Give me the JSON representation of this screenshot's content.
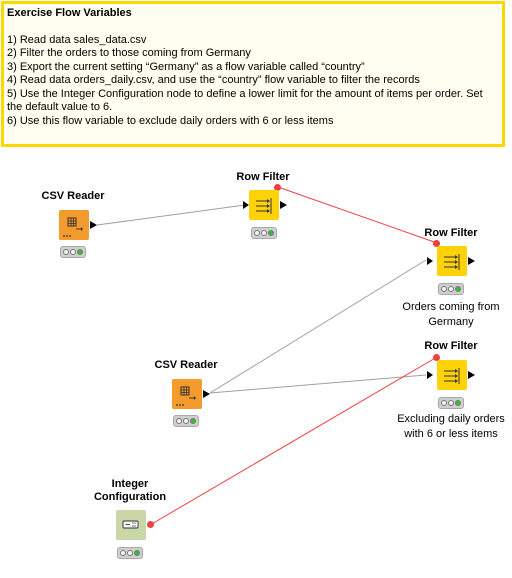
{
  "annotation": {
    "title": "Exercise Flow Variables",
    "lines": [
      "1) Read data sales_data.csv",
      "2) Filter the orders to those coming from Germany",
      "3) Export the current setting “Germany” as a flow variable called “country”",
      "4) Read data orders_daily.csv, and use the “country” flow variable to filter the records",
      "5) Use the Integer Configuration node to define a lower limit for the amount of items per order. Set the default value to 6.",
      "6) Use this flow variable to exclude daily orders with 6 or less items"
    ]
  },
  "nodes": {
    "csv_reader_1": {
      "label": "CSV Reader"
    },
    "row_filter_1": {
      "label": "Row Filter"
    },
    "row_filter_2": {
      "label": "Row Filter",
      "caption": [
        "Orders coming from",
        "Germany"
      ]
    },
    "csv_reader_2": {
      "label": "CSV Reader"
    },
    "row_filter_3": {
      "label": "Row Filter",
      "caption": [
        "Excluding daily orders",
        "with 6 or less items"
      ]
    },
    "integer_config": {
      "label_lines": [
        "Integer",
        "Configuration"
      ]
    }
  },
  "colors": {
    "reader": "#f39b2c",
    "filter": "#ffd20a",
    "config": "#c9d6a8",
    "note_border": "#ffd800",
    "data_edge": "#a0a0a0",
    "variable_edge": "#f04040"
  }
}
